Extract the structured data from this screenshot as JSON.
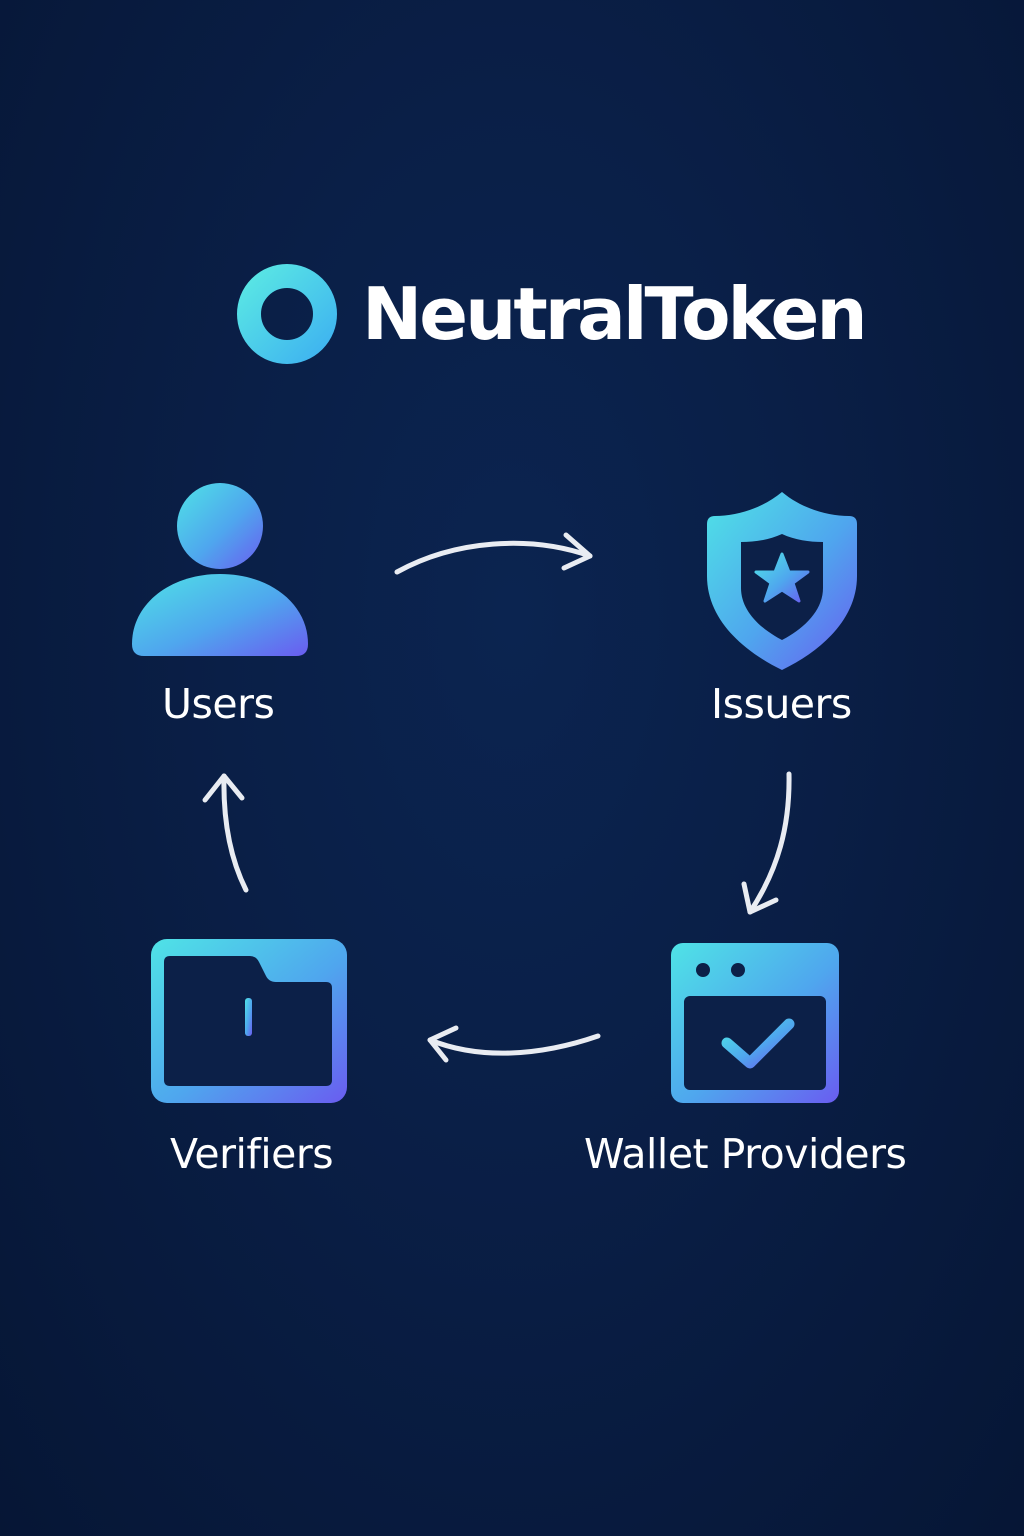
{
  "brand": {
    "name": "NeutralToken"
  },
  "nodes": {
    "users": {
      "label": "Users",
      "icon": "user-icon"
    },
    "issuers": {
      "label": "Issuers",
      "icon": "shield-star-icon"
    },
    "wallet_providers": {
      "label": "Wallet Providers",
      "icon": "browser-check-icon"
    },
    "verifiers": {
      "label": "Verifiers",
      "icon": "folder-icon"
    }
  },
  "colors": {
    "background_top": "#0b2450",
    "background_bottom": "#061635",
    "gradient_start": "#4fe3e6",
    "gradient_end": "#6a5cf0",
    "arrow": "#e9ecf2",
    "text": "#ffffff"
  }
}
